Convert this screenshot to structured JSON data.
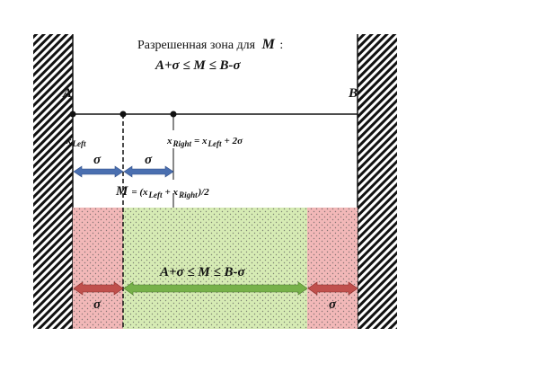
{
  "title": {
    "line1_prefix": "Разрешенная зона для",
    "line1_var": "M",
    "line1_suffix": ":",
    "line2": "A+σ ≤ M ≤ B-σ"
  },
  "points": {
    "a": "A",
    "b": "B"
  },
  "labels": {
    "x_left_main": "x",
    "x_left_sub": "Left",
    "x_right_main": "x",
    "x_right_sub": "Right",
    "x_right_eq": "= x",
    "x_right_eq_sub": "Left",
    "x_right_eq_tail": "+ 2σ",
    "sigma": "σ",
    "m_formula_var": "M",
    "m_formula_a": "= (x",
    "m_formula_a_sub": "Left",
    "m_formula_b": "+ x",
    "m_formula_b_sub": "Right",
    "m_formula_c": ")/2",
    "zone_inequality": "A+σ ≤ M ≤ B-σ"
  },
  "colors": {
    "forbidden_zone": "#f2b8b8",
    "allowed_zone": "#d6ebb4",
    "blue_arrow": "#4a6fb0",
    "green_arrow": "#77b14a",
    "red_arrow": "#c0504d"
  }
}
